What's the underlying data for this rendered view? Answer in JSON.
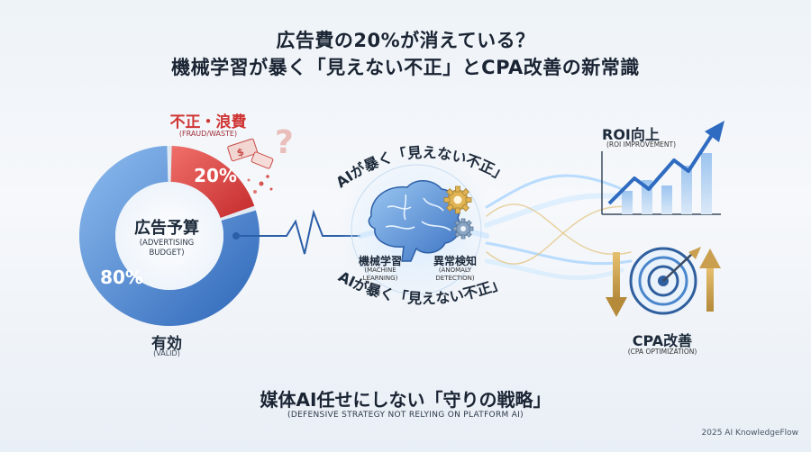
{
  "title": {
    "line1": "広告費の20%が消えている？",
    "line2": "機械学習が暴く「見えない不正」とCPA改善の新常識"
  },
  "budget": {
    "label_jp": "広告予算",
    "label_en_line1": "(ADVERTISING",
    "label_en_line2": "BUDGET)",
    "waste_percent": 20,
    "valid_percent": 80,
    "waste_label": "20%",
    "valid_label": "80%",
    "fraud_label_jp": "不正・浪費",
    "fraud_label_en": "(FRAUD/WASTE)",
    "valid_label_jp": "有効",
    "valid_label_en": "(VALID)"
  },
  "center": {
    "arc_text": "AIが暴く「見えない不正」",
    "ml_jp": "機械学習",
    "ml_en_line1": "(MACHINE",
    "ml_en_line2": "LEARNING)",
    "anomaly_jp": "異常検知",
    "anomaly_en_line1": "(ANOMALY",
    "anomaly_en_line2": "DETECTION)"
  },
  "results": {
    "roi_jp": "ROI向上",
    "roi_en": "(ROI IMPROVEMENT)",
    "cpa_jp": "CPA改善",
    "cpa_en": "(CPA OPTIMIZATION)"
  },
  "bottom": {
    "strategy_jp": "媒体AI任せにしない「守りの戦略」",
    "strategy_en": "(DEFENSIVE STRATEGY NOT RELYING ON PLATFORM AI)"
  },
  "credit": "2025 AI KnowledgeFlow",
  "colors": {
    "blue": "#3a78c8",
    "blue_light": "#7fb0e6",
    "red": "#d63a36",
    "gold": "#caa050",
    "navy": "#1a2433"
  }
}
